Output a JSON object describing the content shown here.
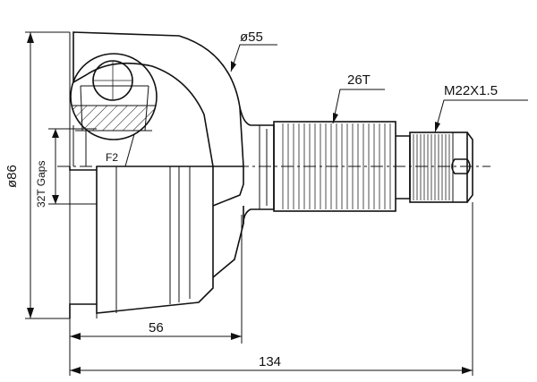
{
  "colors": {
    "ink": "#111111",
    "background": "#ffffff"
  },
  "dimensions": {
    "outer_diameter": "ø86",
    "bell_diameter": "ø55",
    "inner_spline": "32T Gaps",
    "outer_spline": "26T",
    "thread": "M22X1.5",
    "bell_length": "56",
    "total_length": "134",
    "callout": "F2"
  }
}
